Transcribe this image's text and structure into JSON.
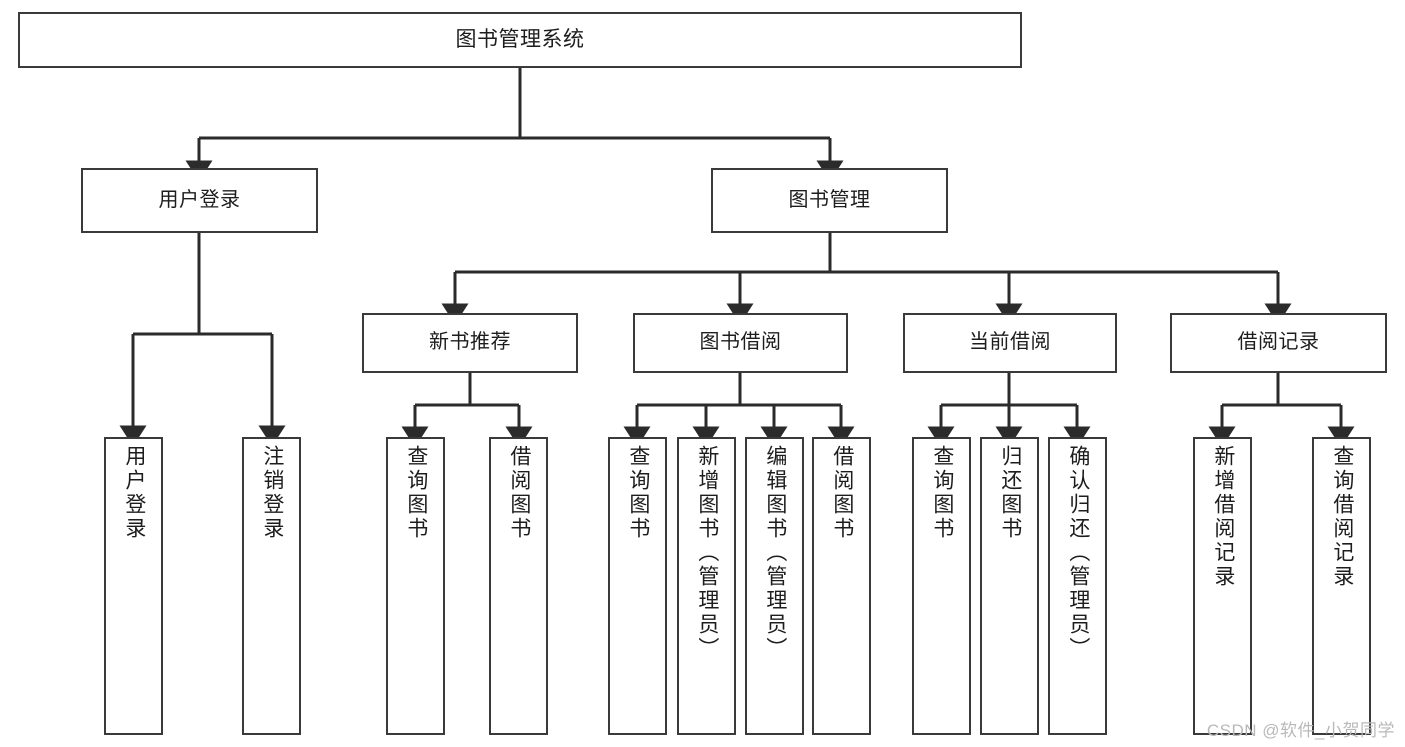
{
  "diagram": {
    "title": "图书管理系统",
    "type": "tree",
    "watermark": "CSDN @软件_小贺同学",
    "colors": {
      "box_border": "#3a3a3a",
      "box_fill": "#ffffff",
      "connector": "#2b2b2b",
      "text": "#1d1d1d",
      "watermark": "#b9b9b9"
    },
    "nodes": {
      "root": {
        "label": "图书管理系统"
      },
      "level2": [
        {
          "id": "user-login",
          "label": "用户登录"
        },
        {
          "id": "book-management",
          "label": "图书管理"
        }
      ],
      "level3": [
        {
          "id": "new-book-recommend",
          "label": "新书推荐"
        },
        {
          "id": "book-borrow",
          "label": "图书借阅"
        },
        {
          "id": "current-borrow",
          "label": "当前借阅"
        },
        {
          "id": "borrow-record",
          "label": "借阅记录"
        }
      ],
      "leaves": {
        "user-login": [
          {
            "id": "leaf-user-login",
            "label": "用户登录"
          },
          {
            "id": "leaf-logout-login",
            "label": "注销登录"
          }
        ],
        "new-book-recommend": [
          {
            "id": "leaf-query-book-1",
            "label": "查询图书"
          },
          {
            "id": "leaf-borrow-book-1",
            "label": "借阅图书"
          }
        ],
        "book-borrow": [
          {
            "id": "leaf-query-book-2",
            "label": "查询图书"
          },
          {
            "id": "leaf-add-book",
            "label": "新增图书（管理员）"
          },
          {
            "id": "leaf-edit-book",
            "label": "编辑图书（管理员）"
          },
          {
            "id": "leaf-borrow-book-2",
            "label": "借阅图书"
          }
        ],
        "current-borrow": [
          {
            "id": "leaf-query-book-3",
            "label": "查询图书"
          },
          {
            "id": "leaf-return-book",
            "label": "归还图书"
          },
          {
            "id": "leaf-confirm-return",
            "label": "确认归还（管理员）"
          }
        ],
        "borrow-record": [
          {
            "id": "leaf-add-borrow-record",
            "label": "新增借阅记录"
          },
          {
            "id": "leaf-query-borrow-record",
            "label": "查询借阅记录"
          }
        ]
      }
    }
  }
}
